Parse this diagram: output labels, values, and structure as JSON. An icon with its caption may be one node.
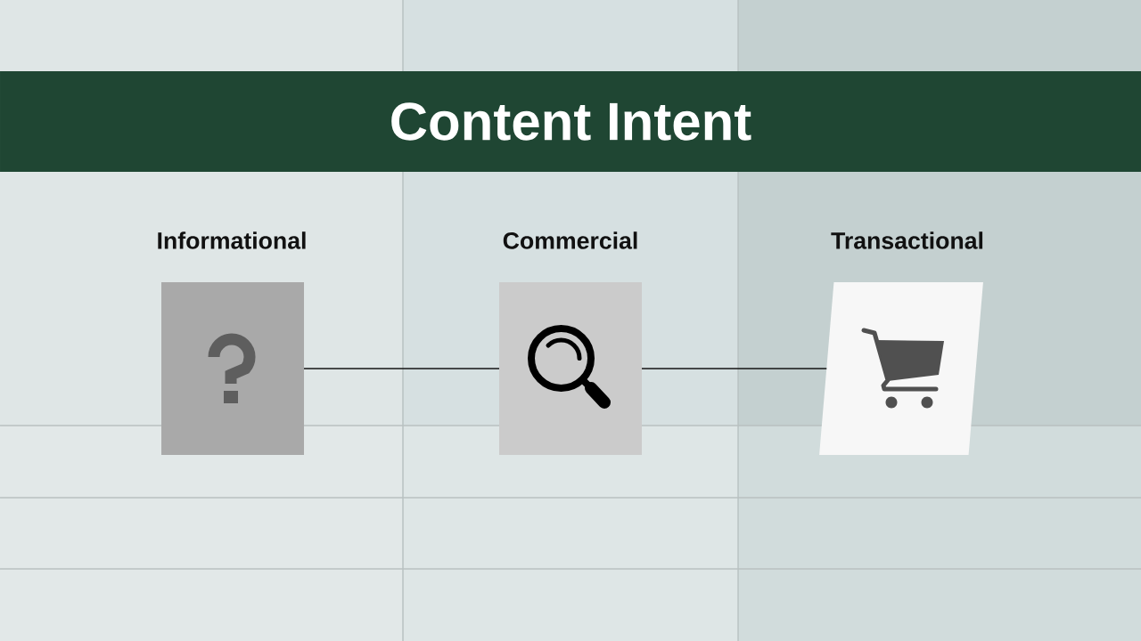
{
  "diagram": {
    "title": "Content Intent",
    "nodes": [
      {
        "text": [
          "Informational"
        ]
      },
      {
        "text": [
          "Commercial"
        ]
      },
      {
        "text": [
          "Transactional"
        ]
      }
    ],
    "edges": [
      {
        "from": 0,
        "to": 1,
        "arrow": "none"
      },
      {
        "from": 1,
        "to": 2,
        "arrow": "none"
      }
    ]
  }
}
